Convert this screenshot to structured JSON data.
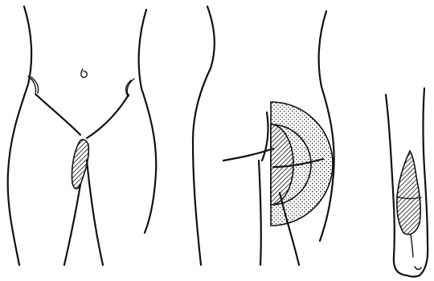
{
  "figure": {
    "panels": [
      {
        "id": "front-view",
        "region": "groin-medial-thigh"
      },
      {
        "id": "side-view",
        "region": "inguinal-half-disc-zones"
      },
      {
        "id": "leg-view",
        "region": "lower-leg"
      }
    ],
    "colors": {
      "ink": "#111111",
      "background": "#ffffff"
    }
  }
}
